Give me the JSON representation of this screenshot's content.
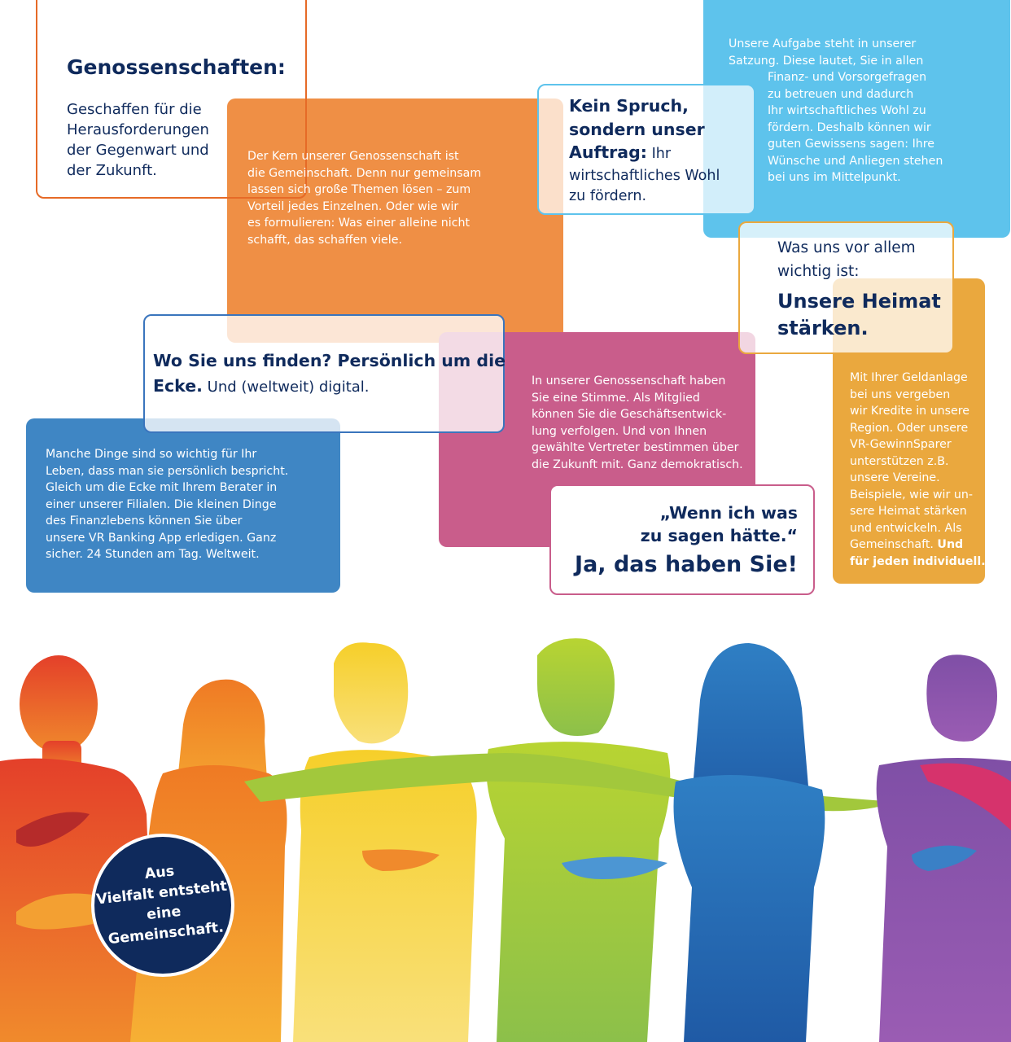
{
  "genossenschaften": {
    "heading": "Genossenschaften:",
    "lines": [
      "Geschaffen für die",
      "Herausforderungen",
      "der Gegenwart und",
      "der Zukunft."
    ]
  },
  "kern": {
    "lines": [
      "Der Kern unserer Genossenschaft ist",
      "die Gemeinschaft. Denn nur gemeinsam",
      "lassen sich große Themen lösen – zum",
      "Vorteil jedes Einzelnen. Oder wie wir",
      "es formulieren: Was einer alleine nicht",
      "schafft, das schaffen viele."
    ]
  },
  "kein_spruch": {
    "bold_lines": [
      "Kein Spruch,",
      "sondern unser"
    ],
    "line3_bold": "Auftrag:",
    "line3_rest": " Ihr",
    "lines": [
      "wirtschaftliches Wohl",
      "zu fördern."
    ]
  },
  "aufgabe": {
    "lines_full": [
      "Unsere Aufgabe steht in unserer",
      "Satzung. Diese lautet, Sie in allen"
    ],
    "lines_indent": [
      "Finanz- und Vorsorgefragen",
      "zu betreuen und dadurch",
      "Ihr wirtschaftliches Wohl zu",
      "fördern. Deshalb können wir",
      "guten Gewissens sagen: Ihre",
      "Wünsche und Anliegen stehen",
      "bei uns im Mittelpunkt."
    ]
  },
  "wichtig": {
    "lines": [
      "Was uns vor allem",
      "wichtig ist:"
    ],
    "bold_lines": [
      "Unsere Heimat",
      "stärken."
    ]
  },
  "wo": {
    "line1": "Wo Sie uns finden? Persönlich um die",
    "line2_bold": "Ecke.",
    "line2_rest": " Und (weltweit) digital."
  },
  "stimme": {
    "lines": [
      "In unserer Genossenschaft haben",
      "Sie eine Stimme. Als Mitglied",
      "können Sie die Geschäftsentwick-",
      "lung verfolgen. Und von Ihnen",
      "gewählte Vertreter bestimmen über",
      "die Zukunft mit. Ganz demokratisch."
    ]
  },
  "manche": {
    "lines": [
      "Manche Dinge sind so wichtig für Ihr",
      "Leben, dass man sie persönlich bespricht.",
      "Gleich um die Ecke mit Ihrem Berater in",
      "einer unserer Filialen. Die kleinen Dinge",
      "des Finanzlebens können Sie über",
      "unsere VR Banking App erledigen. Ganz",
      "sicher. 24 Stunden am Tag. Weltweit."
    ]
  },
  "wenn": {
    "quote_lines": [
      "„Wenn ich was",
      "zu sagen hätte.“"
    ],
    "answer": "Ja, das haben Sie!"
  },
  "geldanlage": {
    "lines": [
      "Mit Ihrer Geldanlage",
      "bei uns vergeben",
      "wir Kredite in unsere",
      "Region. Oder unsere",
      "VR-GewinnSparer",
      "unterstützen z.B.",
      "unsere Vereine.",
      "Beispiele, wie wir un-",
      "sere Heimat stärken",
      "und entwickeln. Als"
    ],
    "last_regular": "Gemeinschaft. ",
    "last_bold": "Und",
    "final_bold": "für jeden individuell."
  },
  "badge": {
    "lines": [
      "Aus",
      "Vielfalt entsteht",
      "eine",
      "Gemeinschaft."
    ]
  },
  "colors": {
    "orange": "#ef8f45",
    "sky": "#5ec3ec",
    "pink": "#c95d8b",
    "blue": "#3f86c4",
    "amber": "#eaa83e",
    "navy": "#0f2a5c"
  }
}
